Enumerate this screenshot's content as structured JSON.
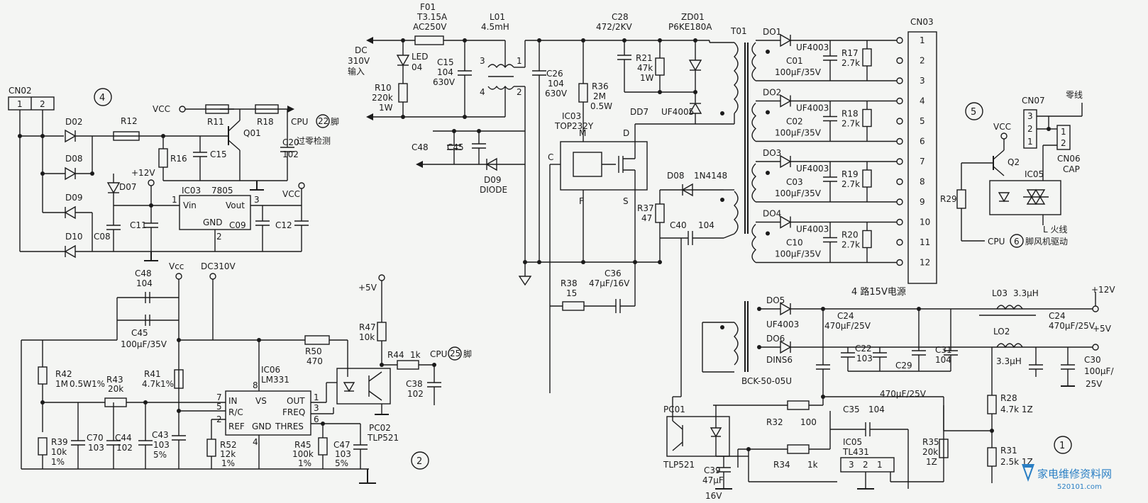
{
  "watermark": {
    "name": "家电维修资料网",
    "url": "520101.com"
  },
  "section_numbers": [
    "4",
    "5",
    "2",
    "1"
  ],
  "pin_ref_numbers": [
    "22",
    "25",
    "6"
  ],
  "dc_input": {
    "line1": "DC",
    "line2": "310V",
    "line3": "输入"
  },
  "fuse": {
    "ref": "F01",
    "rating": "T3.15A",
    "voltage": "AC250V"
  },
  "led": {
    "ref": "LED",
    "num": "04"
  },
  "r10": {
    "ref": "R10",
    "value": "220k",
    "power": "1W"
  },
  "c15_top": {
    "ref": "C15",
    "value": "104",
    "voltage": "630V"
  },
  "l01": {
    "ref": "L01",
    "value": "4.5mH"
  },
  "c26": {
    "ref": "C26",
    "value": "104",
    "voltage": "630V"
  },
  "c28": {
    "ref": "C28",
    "value": "472/2KV"
  },
  "zd01": {
    "ref": "ZD01",
    "value": "P6KE180A"
  },
  "r21": {
    "ref": "R21",
    "value": "47k",
    "power": "1W"
  },
  "r36": {
    "ref": "R36",
    "value": "2M",
    "power": "0.5W"
  },
  "d07_top": {
    "ref": "DD7",
    "value": "UF4005"
  },
  "t01": "T01",
  "ic03_top": {
    "ref": "IC03",
    "part": "TOP232Y",
    "pins": [
      "M",
      "D",
      "C",
      "F",
      "S"
    ]
  },
  "c48_top": "C48",
  "c45_top": "C45",
  "d09": {
    "ref": "D09",
    "value": "DIODE"
  },
  "d08_top": {
    "ref": "D08",
    "value": "1N4148"
  },
  "r37": {
    "ref": "R37",
    "value": "47"
  },
  "c40": {
    "ref": "C40",
    "value": "104"
  },
  "r38": {
    "ref": "R38",
    "value": "15"
  },
  "c36": {
    "ref": "C36",
    "value": "47μF/16V"
  },
  "transformer_part": "BCK-50-05U",
  "cn03": {
    "ref": "CN03",
    "pins": [
      "1",
      "2",
      "3",
      "4",
      "5",
      "6",
      "7",
      "8",
      "9",
      "10",
      "11",
      "12"
    ]
  },
  "rail_15v": [
    {
      "diode": "DO1",
      "diode_part": "UF4003",
      "cap": "C01",
      "cap_value": "100μF/35V",
      "res": "R17",
      "res_value": "2.7k"
    },
    {
      "diode": "DO2",
      "diode_part": "UF4003",
      "cap": "C02",
      "cap_value": "100μF/35V",
      "res": "R18",
      "res_value": "2.7k"
    },
    {
      "diode": "DO3",
      "diode_part": "UF4003",
      "cap": "C03",
      "cap_value": "100μF/35V",
      "res": "R19",
      "res_value": "2.7k"
    },
    {
      "diode": "DO4",
      "diode_part": "UF4003",
      "cap": "C10",
      "cap_value": "100μF/35V",
      "res": "R20",
      "res_value": "2.7k"
    }
  ],
  "four_way_label": "4 路15V电源",
  "cn07": {
    "ref": "CN07",
    "pins": [
      "3",
      "2",
      "1"
    ],
    "label": "零线"
  },
  "cn06": {
    "ref": "CN06",
    "pins": [
      "1",
      "2"
    ],
    "label": "CAP"
  },
  "q2": "Q2",
  "vcc_label": "VCC",
  "ic05_right": "IC05",
  "r29": "R29",
  "l_line": "L 火线",
  "fan_drive": {
    "prefix": "CPU",
    "suffix": "脚风机驱动"
  },
  "cn02": {
    "ref": "CN02",
    "pins": [
      "1",
      "2"
    ]
  },
  "section4": {
    "diodes": [
      "D02",
      "D08",
      "D09",
      "D10"
    ],
    "d07": "D07",
    "r12": "R12",
    "r11": "R11",
    "r18": "R18",
    "q01": "Q01",
    "r16": "R16",
    "c15": "C15",
    "c20": {
      "ref": "C20",
      "value": "102"
    },
    "vcc": "VCC",
    "plus12": "+12V",
    "ic03": {
      "ref": "IC03",
      "part": "7805",
      "vin": "Vin",
      "vout": "Vout",
      "gnd": "GND",
      "pin1": "1",
      "pin2": "2",
      "pin3": "3"
    },
    "caps": [
      "C08",
      "C11",
      "C09",
      "C12"
    ],
    "vcc2": "VCC",
    "cpu": "CPU",
    "pin_suffix": "脚",
    "zero_detect": "过零检测"
  },
  "section2": {
    "c48": {
      "ref": "C48",
      "value": "104"
    },
    "vcc": "Vcc",
    "dc310": "DC310V",
    "c45": {
      "ref": "C45",
      "value": "100μF/35V"
    },
    "r50": {
      "ref": "R50",
      "value": "470"
    },
    "r42": {
      "ref": "R42",
      "value": "1M",
      "power": "0.5W1%"
    },
    "r43": {
      "ref": "R43",
      "value": "20k"
    },
    "r41": {
      "ref": "R41",
      "value": "4.7k1%"
    },
    "ic06": {
      "ref": "IC06",
      "part": "LM331",
      "in": "IN",
      "rc": "R/C",
      "ref_pin": "REF",
      "vs": "VS",
      "out": "OUT",
      "freq": "FREQ",
      "thres": "THRES",
      "gnd": "GND",
      "pins": [
        "7",
        "5",
        "2",
        "8",
        "4",
        "1",
        "3",
        "6"
      ]
    },
    "r39": {
      "ref": "R39",
      "value": "10k",
      "tol": "1%"
    },
    "c70": {
      "ref": "C70",
      "value": "103"
    },
    "c44": {
      "ref": "C44",
      "value": "102"
    },
    "c43": {
      "ref": "C43",
      "value": "103",
      "tol": "5%"
    },
    "r52": {
      "ref": "R52",
      "value": "12k",
      "tol": "1%"
    },
    "r45": {
      "ref": "R45",
      "value": "100k",
      "tol": "1%"
    },
    "c47": {
      "ref": "C47",
      "value": "103",
      "tol": "5%"
    },
    "plus5": "+5V",
    "r47": {
      "ref": "R47",
      "value": "10k"
    },
    "r44": {
      "ref": "R44",
      "value": "1k"
    },
    "cpu": "CPU",
    "pin_suffix": "脚",
    "c38": {
      "ref": "C38",
      "value": "102"
    },
    "pc02": {
      "ref": "PC02",
      "part": "TLP521"
    }
  },
  "section1": {
    "d05": {
      "ref": "DO5",
      "part": "UF4003"
    },
    "d06": {
      "ref": "DO6",
      "part": "DINS6"
    },
    "c24a": {
      "ref": "C24",
      "value": "470μF/25V"
    },
    "c24b": {
      "ref": "C24",
      "value": "470μF/25V"
    },
    "l03": {
      "ref": "L03",
      "value": "3.3μH"
    },
    "l02": {
      "ref": "LO2",
      "value": "3.3μH"
    },
    "plus12": "+12V",
    "plus5": "+5V",
    "c22": {
      "ref": "C22",
      "value": "103"
    },
    "c29": {
      "ref": "C29",
      "value": "470μF/25V"
    },
    "c31": {
      "ref": "C31",
      "value": "104"
    },
    "c30": {
      "ref": "C30",
      "value": "100μF/",
      "voltage": "25V"
    },
    "r28": {
      "ref": "R28",
      "value": "4.7k 1Z"
    },
    "r31": {
      "ref": "R31",
      "value": "2.5k 1Z"
    },
    "pc01": {
      "ref": "PC01",
      "part": "TLP521"
    },
    "r32": {
      "ref": "R32",
      "value": "100"
    },
    "r34": {
      "ref": "R34",
      "value": "1k"
    },
    "c35": {
      "ref": "C35",
      "value": "104"
    },
    "ic05": {
      "ref": "IC05",
      "part": "TL431",
      "pins": [
        "3",
        "2",
        "1"
      ]
    },
    "r35": {
      "ref": "R35",
      "value": "20k",
      "tol": "1Z"
    },
    "c39": {
      "ref": "C39",
      "value": "47μF",
      "voltage": "16V"
    }
  }
}
